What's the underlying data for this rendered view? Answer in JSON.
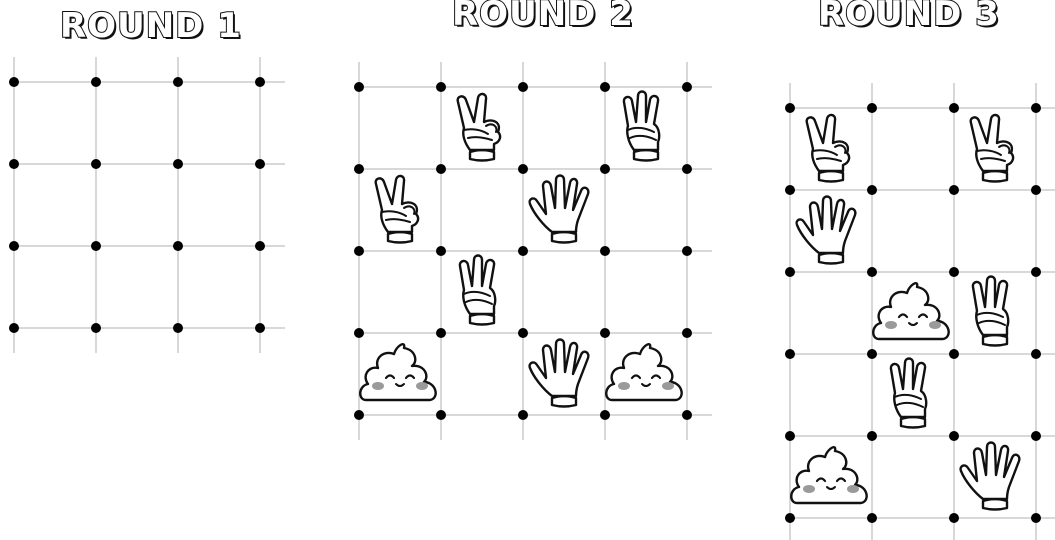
{
  "rounds": [
    {
      "title": "ROUND 1",
      "grid_rows": 3,
      "grid_cols": 3,
      "cells": []
    },
    {
      "title": "ROUND 2",
      "grid_rows": 4,
      "grid_cols": 4,
      "cells": [
        {
          "row": 0,
          "col": 1,
          "icon": "peace-hand-icon"
        },
        {
          "row": 0,
          "col": 3,
          "icon": "three-fingers-hand-icon"
        },
        {
          "row": 1,
          "col": 0,
          "icon": "peace-hand-icon"
        },
        {
          "row": 1,
          "col": 2,
          "icon": "open-hand-icon"
        },
        {
          "row": 2,
          "col": 1,
          "icon": "three-fingers-hand-icon"
        },
        {
          "row": 3,
          "col": 0,
          "icon": "poop-icon"
        },
        {
          "row": 3,
          "col": 2,
          "icon": "open-hand-icon"
        },
        {
          "row": 3,
          "col": 3,
          "icon": "poop-icon"
        }
      ]
    },
    {
      "title": "ROUND 3",
      "grid_rows": 5,
      "grid_cols": 3,
      "cells": [
        {
          "row": 0,
          "col": 0,
          "icon": "peace-hand-icon"
        },
        {
          "row": 0,
          "col": 2,
          "icon": "peace-hand-icon"
        },
        {
          "row": 1,
          "col": 0,
          "icon": "open-hand-icon"
        },
        {
          "row": 2,
          "col": 1,
          "icon": "poop-icon"
        },
        {
          "row": 2,
          "col": 2,
          "icon": "three-fingers-hand-icon"
        },
        {
          "row": 3,
          "col": 1,
          "icon": "three-fingers-hand-icon"
        },
        {
          "row": 4,
          "col": 0,
          "icon": "poop-icon"
        },
        {
          "row": 4,
          "col": 2,
          "icon": "open-hand-icon"
        }
      ]
    }
  ],
  "colors": {
    "grid_line": "#cccccc",
    "dot": "#000000",
    "outline": "#111111",
    "blush": "#9a9a9a"
  }
}
